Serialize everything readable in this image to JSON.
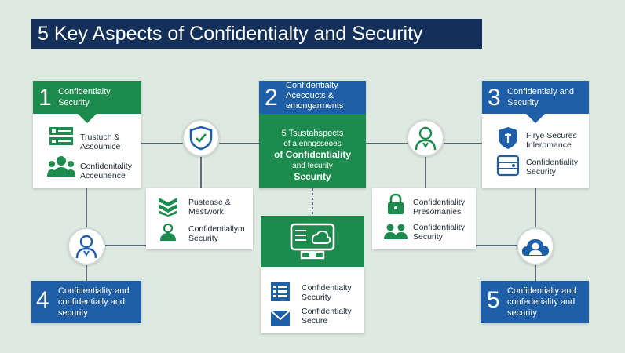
{
  "title": "5 Key Aspects of Confidentialty and Security",
  "colors": {
    "green": "#1d8a4e",
    "blue": "#1f5fa8",
    "navy": "#13305a",
    "background": "#dde9e1"
  },
  "box1": {
    "number": "1",
    "header": "Confidentialty Security",
    "items": [
      {
        "icon": "server-list-icon",
        "text": "Trustuch & Assoumice"
      },
      {
        "icon": "user-group-icon",
        "text": "Confidenitality Acceunence"
      }
    ]
  },
  "box2": {
    "number": "2",
    "header": "Confidentialty Acecoucts & emongarments",
    "center_lines": [
      "5 Tsustahspects",
      "of a enngsseoes",
      "of Confidentiality",
      "and tecurity",
      "Security"
    ]
  },
  "box3": {
    "number": "3",
    "header": "Confidentialy and Security",
    "items": [
      {
        "icon": "shield-icon",
        "text": "Firye Secures Inleromance"
      },
      {
        "icon": "database-icon",
        "text": "Confidentiality Security"
      }
    ]
  },
  "box4": {
    "number": "4",
    "header": "Confidentiality and confidentially and security"
  },
  "box5": {
    "number": "5",
    "header": "Confidentially and confederiality and security"
  },
  "middle_left": {
    "items": [
      {
        "icon": "stack-icon",
        "text": "Pustease & Mestwork"
      },
      {
        "icon": "user-icon",
        "text": "Confidentiallym Security"
      }
    ]
  },
  "middle_right": {
    "items": [
      {
        "icon": "lock-icon",
        "text": "Confidentiality Presomanies"
      },
      {
        "icon": "users-icon",
        "text": "Confidentiality Security"
      }
    ]
  },
  "bottom_center": {
    "items": [
      {
        "icon": "list-icon",
        "text": "Confidentialty Security"
      },
      {
        "icon": "envelope-check-icon",
        "text": "Confidentialty Secure"
      }
    ]
  }
}
